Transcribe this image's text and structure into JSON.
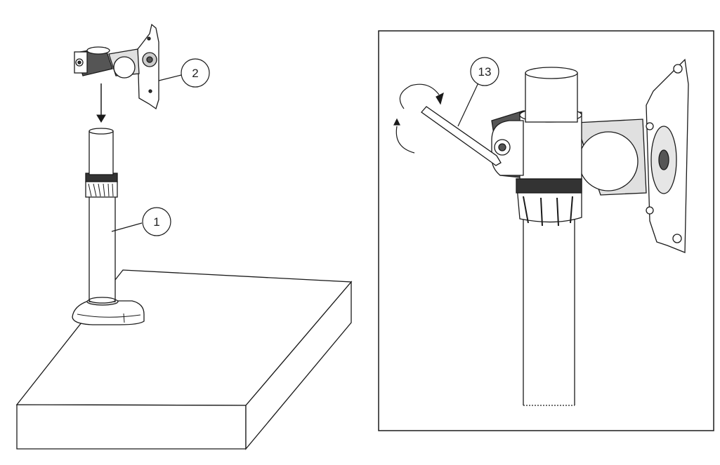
{
  "callouts": {
    "pole": "1",
    "mount_head": "2",
    "hex_key": "13"
  },
  "colors": {
    "stroke": "#1a1a1a",
    "fill_light": "#ffffff",
    "fill_mid": "#d9d9d9",
    "fill_dark": "#4a4a4a"
  }
}
